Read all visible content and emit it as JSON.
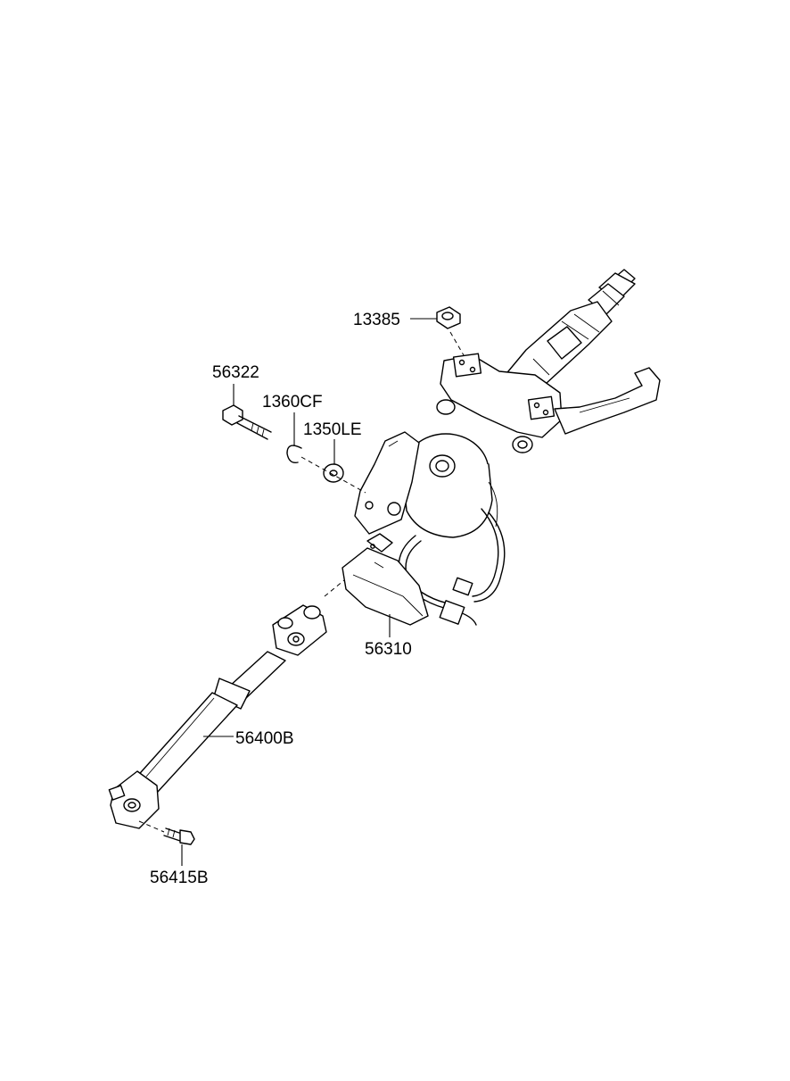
{
  "parts": [
    {
      "id": "13385",
      "label": "13385"
    },
    {
      "id": "56322",
      "label": "56322"
    },
    {
      "id": "1360CF",
      "label": "1360CF"
    },
    {
      "id": "1350LE",
      "label": "1350LE"
    },
    {
      "id": "56310",
      "label": "56310"
    },
    {
      "id": "56400B",
      "label": "56400B"
    },
    {
      "id": "56415B",
      "label": "56415B"
    }
  ]
}
